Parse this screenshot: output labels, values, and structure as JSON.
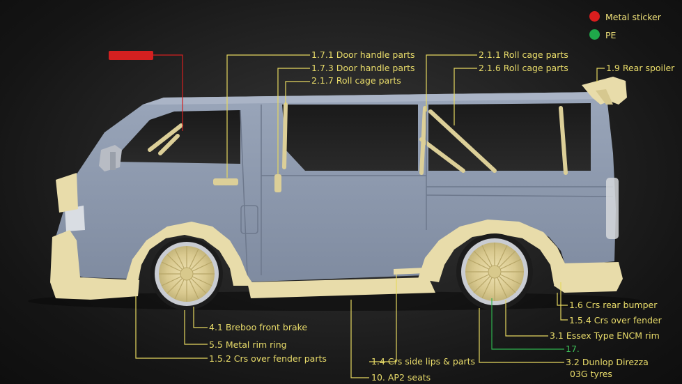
{
  "legend": {
    "metal_sticker": {
      "label": "Metal sticker",
      "color": "#d81e1e"
    },
    "pe": {
      "label": "PE",
      "color": "#1fa84a"
    }
  },
  "colors": {
    "body": "#8f9bb0",
    "resin": "#e8dcaa",
    "label": "#e9dc6a",
    "leader": "#e6d860",
    "leader_red": "#d42020",
    "leader_green": "#2fb24e"
  },
  "labels": {
    "door_handle_171": "1.7.1 Door handle parts",
    "door_handle_173": "1.7.3 Door handle parts",
    "roll_cage_217": "2.1.7 Roll cage parts",
    "roll_cage_211": "2.1.1 Roll cage parts",
    "roll_cage_216": "2.1.6 Roll cage parts",
    "rear_spoiler": "1.9 Rear spoiler",
    "rear_bumper": "1.6 Crs rear bumper",
    "over_fender_154": "1.5.4 Crs over fender",
    "essex_rim": "3.1 Essex Type ENCM rim",
    "item_17": "17.",
    "dunlop_tyres_1": "3.2 Dunlop Direzza",
    "dunlop_tyres_2": "03G tyres",
    "front_brake": "4.1 Breboo front brake",
    "metal_rim_ring": "5.5 Metal rim ring",
    "over_fender_152": "1.5.2 Crs over fender parts",
    "side_lips": "1.4 Crs side lips & parts",
    "ap2_seats": "10. AP2 seats"
  }
}
